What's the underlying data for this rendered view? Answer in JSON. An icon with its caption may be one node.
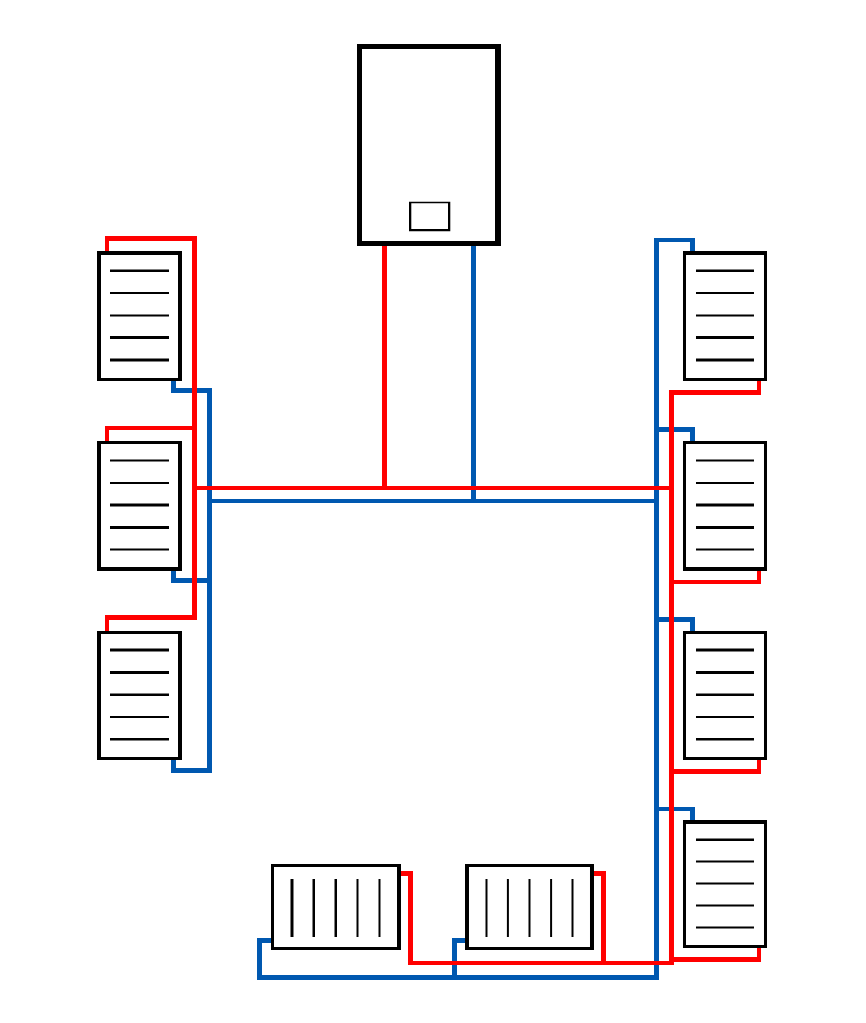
{
  "diagram": {
    "nodes": [
      {
        "text": [],
        "shape": "box"
      },
      {
        "text": [],
        "shape": "radiator"
      },
      {
        "text": [],
        "shape": "radiator"
      },
      {
        "text": [],
        "shape": "radiator"
      },
      {
        "text": [],
        "shape": "radiator"
      },
      {
        "text": [],
        "shape": "radiator"
      },
      {
        "text": [],
        "shape": "radiator"
      },
      {
        "text": [],
        "shape": "radiator"
      },
      {
        "text": [],
        "shape": "radiator"
      },
      {
        "text": [],
        "shape": "radiator"
      }
    ],
    "edges": [
      {
        "from": 0,
        "to": 1,
        "arrow": "none",
        "color": "#ff0000"
      },
      {
        "from": 1,
        "to": 0,
        "arrow": "none",
        "color": "#0058b0"
      },
      {
        "from": 0,
        "to": 2,
        "arrow": "none",
        "color": "#ff0000"
      },
      {
        "from": 2,
        "to": 0,
        "arrow": "none",
        "color": "#0058b0"
      },
      {
        "from": 0,
        "to": 3,
        "arrow": "none",
        "color": "#ff0000"
      },
      {
        "from": 3,
        "to": 0,
        "arrow": "none",
        "color": "#0058b0"
      },
      {
        "from": 0,
        "to": 4,
        "arrow": "none",
        "color": "#ff0000"
      },
      {
        "from": 4,
        "to": 0,
        "arrow": "none",
        "color": "#0058b0"
      },
      {
        "from": 0,
        "to": 5,
        "arrow": "none",
        "color": "#ff0000"
      },
      {
        "from": 5,
        "to": 0,
        "arrow": "none",
        "color": "#0058b0"
      },
      {
        "from": 0,
        "to": 6,
        "arrow": "none",
        "color": "#ff0000"
      },
      {
        "from": 6,
        "to": 0,
        "arrow": "none",
        "color": "#0058b0"
      },
      {
        "from": 0,
        "to": 7,
        "arrow": "none",
        "color": "#ff0000"
      },
      {
        "from": 7,
        "to": 0,
        "arrow": "none",
        "color": "#0058b0"
      },
      {
        "from": 0,
        "to": 8,
        "arrow": "none",
        "color": "#ff0000"
      },
      {
        "from": 8,
        "to": 0,
        "arrow": "none",
        "color": "#0058b0"
      },
      {
        "from": 0,
        "to": 9,
        "arrow": "none",
        "color": "#ff0000"
      },
      {
        "from": 9,
        "to": 0,
        "arrow": "none",
        "color": "#0058b0"
      }
    ]
  }
}
